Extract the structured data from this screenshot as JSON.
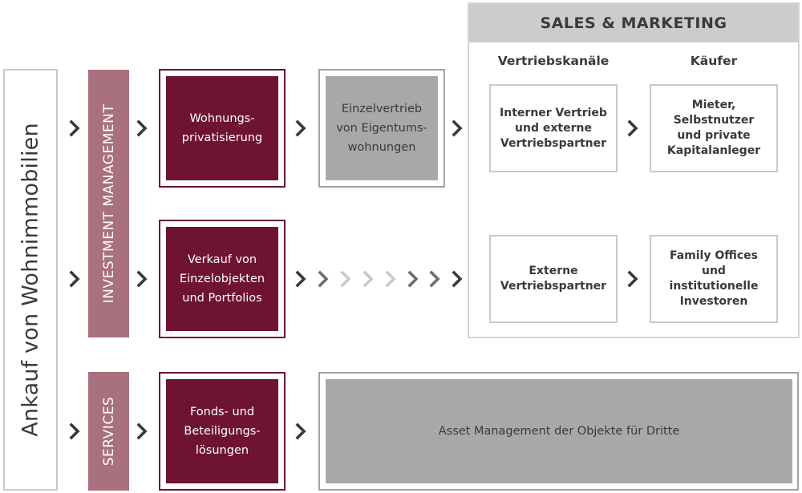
{
  "left_label": "Ankauf von Wohnimmobilien",
  "investment_management_label": "INVESTMENT MANAGEMENT",
  "services_label": "SERVICES",
  "boxes": {
    "wohnungsprivatisierung": "Wohnungs-\nprivatisierung",
    "einzelvertrieb": "Einzelvertrieb\nvon Eigentums-\nwohnungen",
    "verkauf": "Verkauf von\nEinzelobjekten\nund Portfolios",
    "fonds": "Fonds- und\nBeteiligungs-\nlösungen",
    "asset_management": "Asset Management der Objekte für Dritte"
  },
  "sales_marketing": {
    "title": "SALES & MARKETING",
    "col_channels": "Vertriebskanäle",
    "col_buyers": "Käufer",
    "internal_channel": "Interner Vertrieb\nund externe\nVertriebspartner",
    "external_channel": "Externe\nVertriebspartner",
    "buyers_private": "Mieter,\nSelbstnutzer\nund private\nKapitalanleger",
    "buyers_institutional": "Family Offices\nund\ninstitutionelle\nInvestoren"
  },
  "colors": {
    "maroon": "#6e1430",
    "rose": "#a9707e",
    "grey_fill": "#a8a8a8",
    "header_grey": "#cccccc",
    "chevron": "#3a3a3a",
    "chevron_light": "#6e6e6e",
    "chevron_faint": "#c9c9c9"
  },
  "icons": {
    "arrow": "chevron-right-icon"
  }
}
